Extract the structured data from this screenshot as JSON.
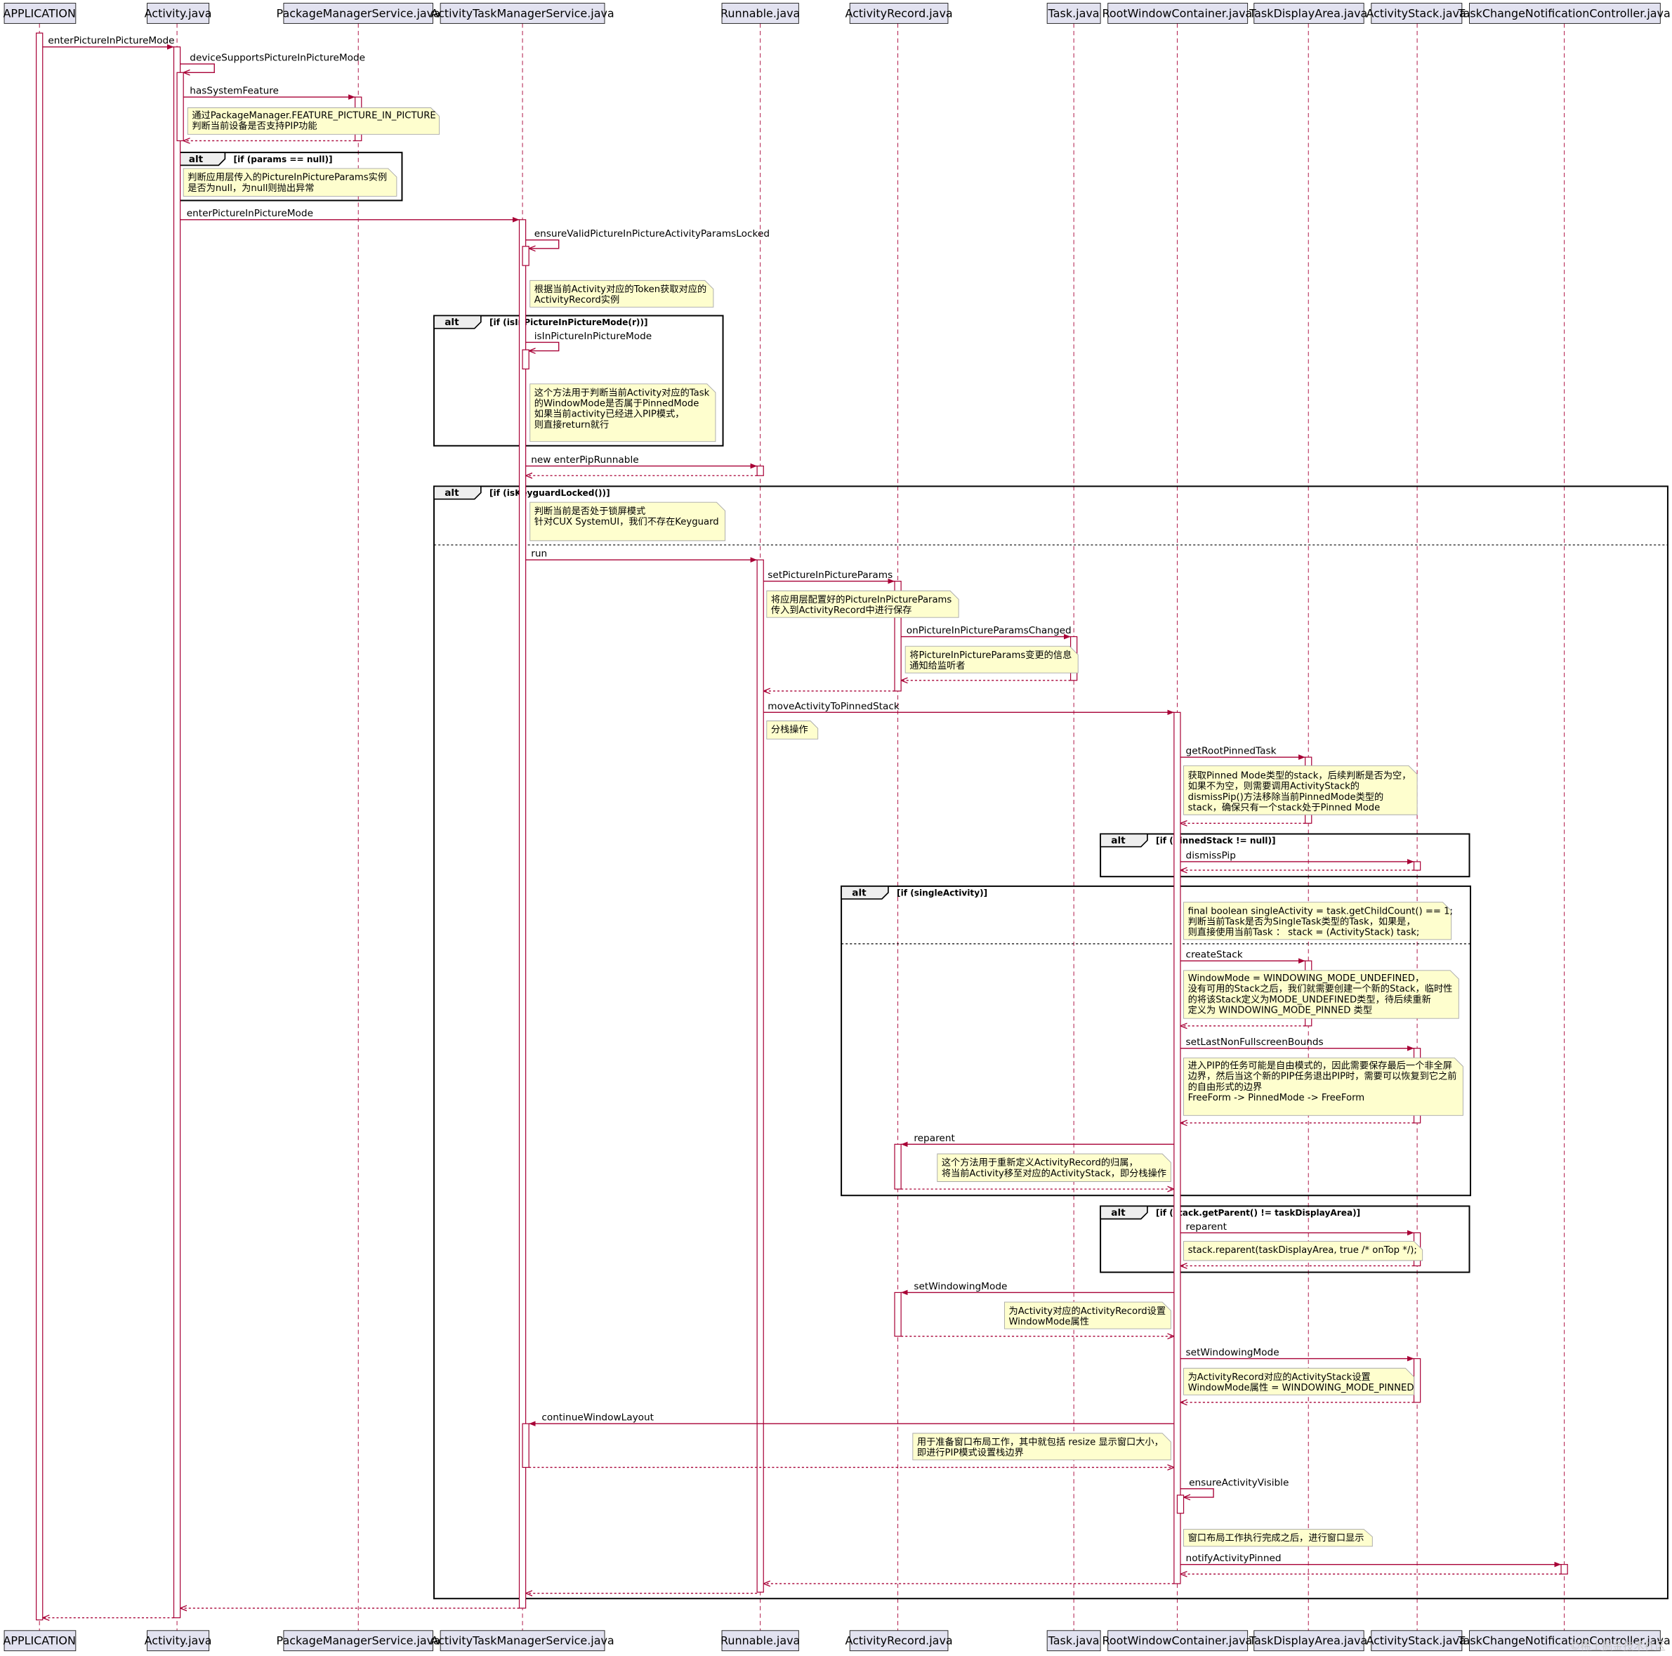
{
  "participants": [
    "APPLICATION",
    "Activity.java",
    "PackageManagerService.java",
    "ActivityTaskManagerService.java",
    "Runnable.java",
    "ActivityRecord.java",
    "Task.java",
    "RootWindowContainer.java",
    "TaskDisplayArea.java",
    "ActivityStack.java",
    "TaskChangeNotificationController.java"
  ],
  "messages": [
    "enterPictureInPictureMode",
    "deviceSupportsPictureInPictureMode",
    "hasSystemFeature",
    "enterPictureInPictureMode",
    "ensureValidPictureInPictureActivityParamsLocked",
    "isInPictureInPictureMode",
    "new enterPipRunnable",
    "run",
    "setPictureInPictureParams",
    "onPictureInPictureParamsChanged",
    "moveActivityToPinnedStack",
    "getRootPinnedTask",
    "dismissPip",
    "createStack",
    "setLastNonFullscreenBounds",
    "reparent",
    "reparent",
    "setWindowingMode",
    "setWindowingMode",
    "continueWindowLayout",
    "ensureActivityVisible",
    "notifyActivityPinned"
  ],
  "notes": [
    [
      "通过PackageManager.FEATURE_PICTURE_IN_PICTURE",
      "判断当前设备是否支持PIP功能"
    ],
    [
      "判断应用层传入的PictureInPictureParams实例",
      "是否为null，为null则抛出异常"
    ],
    [
      "根据当前Activity对应的Token获取对应的",
      "ActivityRecord实例"
    ],
    [
      "这个方法用于判断当前Activity对应的Task",
      "的WindowMode是否属于PinnedMode",
      "",
      "如果当前activity已经进入PIP模式，",
      "则直接return就行"
    ],
    [
      "判断当前是否处于锁屏模式",
      "",
      "针对CUX SystemUI，我们不存在Keyguard"
    ],
    [
      "将应用层配置好的PictureInPictureParams",
      "传入到ActivityRecord中进行保存"
    ],
    [
      "将PictureInPictureParams变更的信息",
      "通知给监听者"
    ],
    [
      "分栈操作"
    ],
    [
      "获取Pinned Mode类型的stack，后续判断是否为空，",
      "如果不为空，则需要调用ActivityStack的",
      "dismissPip()方法移除当前PinnedMode类型的",
      "stack，确保只有一个stack处于Pinned Mode"
    ],
    [
      "final boolean singleActivity = task.getChildCount() == 1;",
      "判断当前Task是否为SingleTask类型的Task，如果是，",
      "则直接使用当前Task ： stack = (ActivityStack) task;"
    ],
    [
      "WindowMode = WINDOWING_MODE_UNDEFINED，",
      "没有可用的Stack之后，我们就需要创建一个新的Stack，临时性",
      "的将该Stack定义为MODE_UNDEFINED类型，待后续重新",
      "定义为 WINDOWING_MODE_PINNED 类型"
    ],
    [
      "进入PIP的任务可能是自由模式的，因此需要保存最后一个非全屏",
      "边界，然后当这个新的PIP任务退出PIP时，需要可以恢复到它之前",
      "的自由形式的边界",
      "",
      "FreeForm -> PinnedMode -> FreeForm"
    ],
    [
      "这个方法用于重新定义ActivityRecord的归属，",
      "将当前Activity移至对应的ActivityStack，即分栈操作"
    ],
    [
      "stack.reparent(taskDisplayArea, true /* onTop */);"
    ],
    [
      "为Activity对应的ActivityRecord设置",
      "WindowMode属性"
    ],
    [
      "为ActivityRecord对应的ActivityStack设置",
      "WindowMode属性 = WINDOWING_MODE_PINNED"
    ],
    [
      "用于准备窗口布局工作，其中就包括 resize 显示窗口大小，",
      "即进行PIP模式设置栈边界"
    ],
    [
      "窗口布局工作执行完成之后，进行窗口显示"
    ]
  ],
  "fragments": [
    {
      "type": "alt",
      "condition": "[if (params == null)]"
    },
    {
      "type": "alt",
      "condition": "[if (isInPictureInPictureMode(r))]"
    },
    {
      "type": "alt",
      "condition": "[if (isKeyguardLocked())]"
    },
    {
      "type": "alt",
      "condition": "[if (pinnedStack != null)]"
    },
    {
      "type": "alt",
      "condition": "[if (singleActivity)]"
    },
    {
      "type": "alt",
      "condition": "[if (stack.getParent() != taskDisplayArea)]"
    }
  ],
  "watermark": "©稀土掘金技术社区"
}
